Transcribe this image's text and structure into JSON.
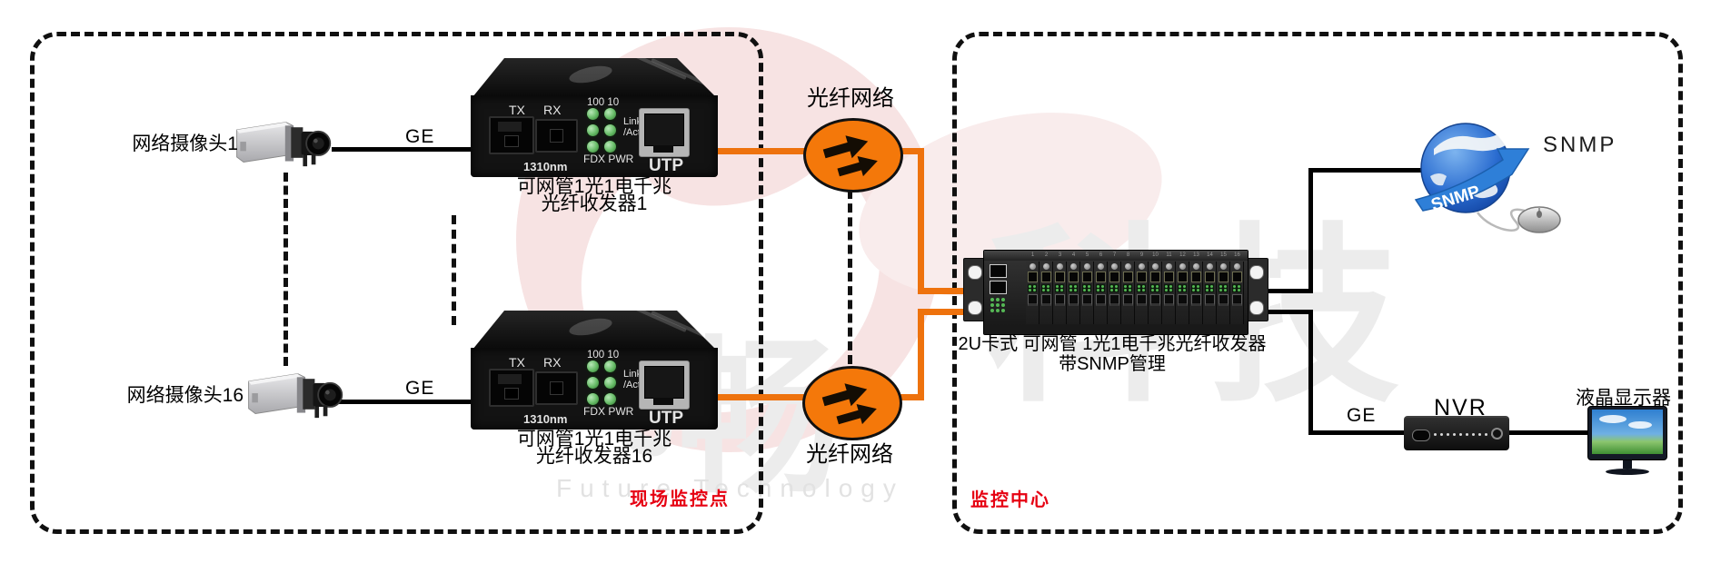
{
  "zones": {
    "site_label": "现场监控点",
    "center_label": "监控中心"
  },
  "cameras": {
    "cam1_label": "网络摄像头1",
    "cam16_label": "网络摄像头16"
  },
  "converter_panel": {
    "tx": "TX",
    "rx": "RX",
    "speed_leds": "100 10",
    "link": "Link",
    "act": "/Act",
    "fdx_pwr": "FDX PWR",
    "wavelength": "1310nm",
    "utp": "UTP"
  },
  "converters": {
    "c1": {
      "line1": "可网管1光1电千兆",
      "line2": "光纤收发器1"
    },
    "c16": {
      "line1": "可网管1光1电千兆",
      "line2": "光纤收发器16"
    }
  },
  "fiber_cloud": {
    "top_label": "光纤网络",
    "bottom_label": "光纤网络"
  },
  "links": {
    "ge_cam1": "GE",
    "ge_cam16": "GE",
    "ge_nvr": "GE"
  },
  "rack": {
    "label_line1": "2U卡式 可网管 1光1电千兆光纤收发器",
    "label_line2": "带SNMP管理",
    "slot_count": 16
  },
  "snmp": {
    "label": "SNMP",
    "globe_text": "SNMP"
  },
  "nvr": {
    "label": "NVR",
    "dot_count": 10
  },
  "monitor": {
    "label": "液晶显示器"
  },
  "watermark": {
    "en": "Future Technology",
    "zh": [
      "飞",
      "畅",
      "科",
      "技"
    ]
  },
  "colors": {
    "orange": "#ee720d",
    "red_label": "#e60012",
    "led_green": "#63b963",
    "cloud_fill": "#f4780a"
  }
}
